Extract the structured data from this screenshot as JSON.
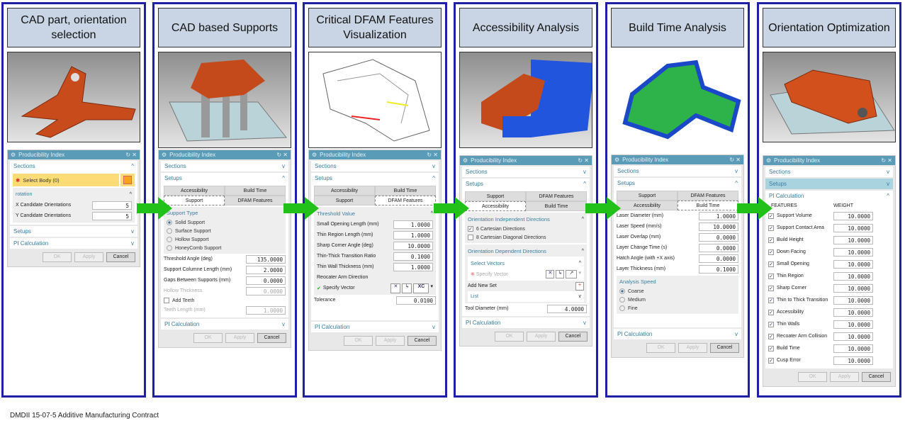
{
  "dialog_title": "Producibility Index",
  "buttons": {
    "ok": "OK",
    "apply": "Apply",
    "cancel": "Cancel"
  },
  "colors": {
    "panel_border": "#1f1fa8",
    "title_bg": "#c9d5e4",
    "dialog_bar": "#5a9bb8",
    "arrow": "#22c11a"
  },
  "panels": [
    {
      "title": "CAD part, orientation selection",
      "sections": "Sections",
      "select_body": "Select Body (0)",
      "rotation": "rotation",
      "x_label": "X Candidate Orientations",
      "x_value": "5",
      "y_label": "Y Candidate Orientations",
      "y_value": "5",
      "setups": "Setups",
      "pi": "PI Calculation"
    },
    {
      "title": "CAD based Supports",
      "sections": "Sections",
      "setups": "Setups",
      "tabs": [
        "Accessibility",
        "Build Time",
        "Support",
        "DFAM Features"
      ],
      "support_type": "Support Type",
      "radios": [
        "Solid Support",
        "Surface Support",
        "Hollow Support",
        "HoneyComb Support"
      ],
      "fields": [
        {
          "label": "Threshold Angle (deg)",
          "value": "135.0000"
        },
        {
          "label": "Support Columne Length (mm)",
          "value": "2.0000"
        },
        {
          "label": "Gaps Between Supports (mm)",
          "value": "0.0000"
        },
        {
          "label": "Hollow Thickness",
          "value": "0.0000"
        }
      ],
      "add_teeth": "Add Teeth",
      "teeth_label": "Teeth Length (mm)",
      "teeth_value": "1.0000",
      "pi": "PI Calculation"
    },
    {
      "title": "Critical DFAM Features Visualization",
      "sections": "Sections",
      "setups": "Setups",
      "tabs": [
        "Accessibility",
        "Build Time",
        "Support",
        "DFAM Features"
      ],
      "threshold": "Threshold Value",
      "fields": [
        {
          "label": "Small Opening Length (mm)",
          "value": "1.0000"
        },
        {
          "label": "Thin Region Length (mm)",
          "value": "1.0000"
        },
        {
          "label": "Sharp Corner Angle (deg)",
          "value": "10.0000"
        },
        {
          "label": "Thin-Thick Transition Ratio",
          "value": "0.1000"
        },
        {
          "label": "Thin Wall Thickness (mm)",
          "value": "1.0000"
        }
      ],
      "recoater": "Reocater Arm Direction",
      "specify": "Specify Vector",
      "xc": "XC",
      "tolerance_label": "Tolerance",
      "tolerance_value": "0.0100",
      "pi": "PI Calculation"
    },
    {
      "title": "Accessibility Analysis",
      "sections": "Sections",
      "setups": "Setups",
      "tabs": [
        "Support",
        "DFAM Features",
        "Accessibility",
        "Build Time"
      ],
      "oid": "Orientation Independent Directions",
      "chk1": "6 Cartesian Directions",
      "chk2": "8 Cartesian Diagonal Directions",
      "odd": "Orientation Dependent Directions",
      "select_vectors": "Select Vectors",
      "specify": "Specify Vector",
      "add_set": "Add New Set",
      "list": "List",
      "tool_label": "Tool Diameter (mm)",
      "tool_value": "4.0000",
      "pi": "PI Calculation"
    },
    {
      "title": "Build Time Analysis",
      "sections": "Sections",
      "setups": "Setups",
      "tabs": [
        "Support",
        "DFAM Features",
        "Accessibility",
        "Build Time"
      ],
      "fields": [
        {
          "label": "Laser Diameter (mm)",
          "value": "1.0000"
        },
        {
          "label": "Laser Speed (mm/s)",
          "value": "10.0000"
        },
        {
          "label": "Laser Overlap (mm)",
          "value": "0.0000"
        },
        {
          "label": "Layer Change Time (s)",
          "value": "0.0000"
        },
        {
          "label": "Hatch Angle (with +X axis)",
          "value": "0.0000"
        },
        {
          "label": "Layer Thickness (mm)",
          "value": "0.1000"
        }
      ],
      "speed": "Analysis Speed",
      "radios": [
        "Coarse",
        "Medium",
        "Fine"
      ],
      "pi": "PI Calculation"
    },
    {
      "title": "Orientation Optimization",
      "sections": "Sections",
      "setups": "Setups",
      "pi": "PI Calculation",
      "col1": "FEATURES",
      "col2": "WEIGHT",
      "features": [
        {
          "label": "Support Volume",
          "value": "10.0000"
        },
        {
          "label": "Support Contact Area",
          "value": "10.0000"
        },
        {
          "label": "Build Height",
          "value": "10.0000"
        },
        {
          "label": "Down Facing",
          "value": "10.0000"
        },
        {
          "label": "Small Opening",
          "value": "10.0000"
        },
        {
          "label": "Thin Region",
          "value": "10.0000"
        },
        {
          "label": "Sharp Corner",
          "value": "10.0000"
        },
        {
          "label": "Thin to Thick Transition",
          "value": "10.0000"
        },
        {
          "label": "Accessibility",
          "value": "10.0000"
        },
        {
          "label": "Thin Walls",
          "value": "10.0000"
        },
        {
          "label": "Recoater Arm Collision",
          "value": "10.0000"
        },
        {
          "label": "Build Time",
          "value": "10.0000"
        },
        {
          "label": "Cusp Error",
          "value": "10.0000"
        }
      ]
    }
  ],
  "footer": "DMDII 15-07-5  Additive Manufacturing Contract"
}
